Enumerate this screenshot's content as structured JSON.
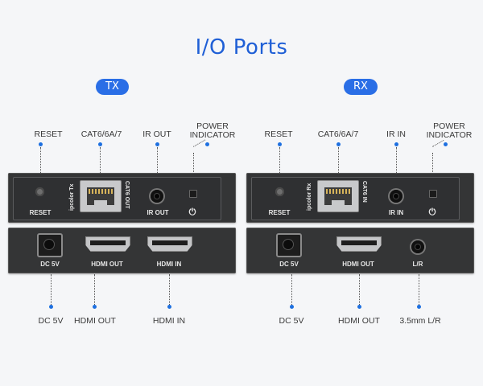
{
  "title": "I/O Ports",
  "tx": {
    "pill": "TX",
    "top_labels": {
      "reset": "RESET",
      "cat": "CAT6/6A/7",
      "ir": "IR OUT",
      "power_line1": "POWER",
      "power_line2": "INDICATOR"
    },
    "front_silk": {
      "reset": "RESET",
      "ipcolor": "ipcolor Tx",
      "cat6": "CAT6 OUT",
      "ir": "IR OUT",
      "power": "⏻"
    },
    "rear_silk": {
      "dc": "DC 5V",
      "hdmi_out": "HDMI OUT",
      "hdmi_in": "HDMI IN"
    },
    "bottom_labels": {
      "dc": "DC 5V",
      "hdmi_out": "HDMI OUT",
      "hdmi_in": "HDMI IN"
    }
  },
  "rx": {
    "pill": "RX",
    "top_labels": {
      "reset": "RESET",
      "cat": "CAT6/6A/7",
      "ir": "IR IN",
      "power_line1": "POWER",
      "power_line2": "INDICATOR"
    },
    "front_silk": {
      "reset": "RESET",
      "ipcolor": "ipcolor Rx",
      "cat6": "CAT6 IN",
      "ir": "IR IN",
      "power": "⏻"
    },
    "rear_silk": {
      "dc": "DC 5V",
      "hdmi_out": "HDMI OUT",
      "lr": "L/R"
    },
    "bottom_labels": {
      "dc": "DC 5V",
      "hdmi_out": "HDMI OUT",
      "lr": "3.5mm L/R"
    }
  },
  "colors": {
    "accent": "#2a6ee6",
    "device": "#343536",
    "background": "#f5f6f8"
  }
}
